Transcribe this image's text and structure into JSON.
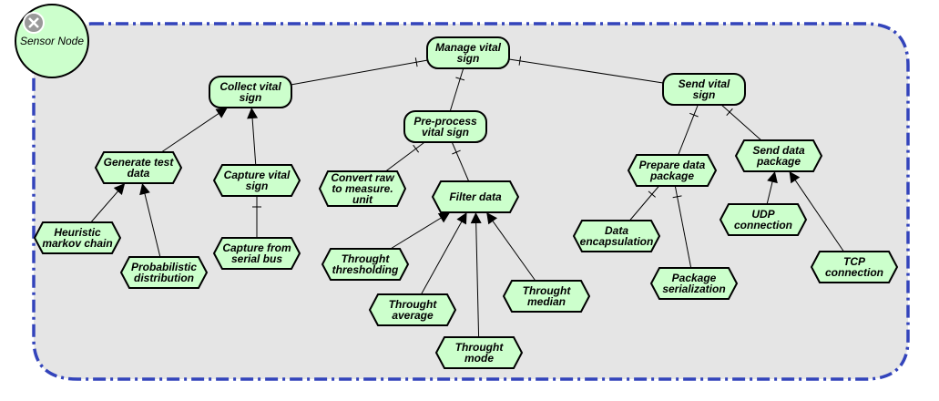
{
  "actor": {
    "label": "Sensor Node",
    "icon": "close-icon"
  },
  "colors": {
    "node_fill": "#ccffcc",
    "boundary_stroke": "#3344bb",
    "boundary_fill": "#e5e5e5"
  },
  "nodes": [
    {
      "id": "manage",
      "shape": "rounded",
      "lines": [
        "Manage vital",
        "sign"
      ]
    },
    {
      "id": "collect",
      "shape": "rounded",
      "lines": [
        "Collect vital",
        "sign"
      ]
    },
    {
      "id": "preprocess",
      "shape": "rounded",
      "lines": [
        "Pre-process",
        "vital sign"
      ]
    },
    {
      "id": "send",
      "shape": "rounded",
      "lines": [
        "Send vital",
        "sign"
      ]
    },
    {
      "id": "generate",
      "shape": "hex",
      "lines": [
        "Generate test",
        "data"
      ]
    },
    {
      "id": "capture",
      "shape": "hex",
      "lines": [
        "Capture vital",
        "sign"
      ]
    },
    {
      "id": "heuristic",
      "shape": "hex",
      "lines": [
        "Heuristic",
        "markov chain"
      ]
    },
    {
      "id": "probabilistic",
      "shape": "hex",
      "lines": [
        "Probabilistic",
        "distribution"
      ]
    },
    {
      "id": "serialbus",
      "shape": "hex",
      "lines": [
        "Capture from",
        "serial bus"
      ]
    },
    {
      "id": "convert",
      "shape": "hex",
      "lines": [
        "Convert raw",
        "to measure.",
        "unit"
      ]
    },
    {
      "id": "filter",
      "shape": "hex",
      "lines": [
        "Filter data"
      ]
    },
    {
      "id": "thresholding",
      "shape": "hex",
      "lines": [
        "Throught",
        "thresholding"
      ]
    },
    {
      "id": "average",
      "shape": "hex",
      "lines": [
        "Throught",
        "average"
      ]
    },
    {
      "id": "mode",
      "shape": "hex",
      "lines": [
        "Throught",
        "mode"
      ]
    },
    {
      "id": "median",
      "shape": "hex",
      "lines": [
        "Throught",
        "median"
      ]
    },
    {
      "id": "prepare",
      "shape": "hex",
      "lines": [
        "Prepare data",
        "package"
      ]
    },
    {
      "id": "senddata",
      "shape": "hex",
      "lines": [
        "Send data",
        "package"
      ]
    },
    {
      "id": "encapsulation",
      "shape": "hex",
      "lines": [
        "Data",
        "encapsulation"
      ]
    },
    {
      "id": "serialization",
      "shape": "hex",
      "lines": [
        "Package",
        "serialization"
      ]
    },
    {
      "id": "udp",
      "shape": "hex",
      "lines": [
        "UDP",
        "connection"
      ]
    },
    {
      "id": "tcp",
      "shape": "hex",
      "lines": [
        "TCP",
        "connection"
      ]
    }
  ],
  "edges": [
    {
      "from": "collect",
      "to": "manage",
      "type": "and"
    },
    {
      "from": "preprocess",
      "to": "manage",
      "type": "and"
    },
    {
      "from": "send",
      "to": "manage",
      "type": "and"
    },
    {
      "from": "generate",
      "to": "collect",
      "type": "or"
    },
    {
      "from": "capture",
      "to": "collect",
      "type": "or"
    },
    {
      "from": "heuristic",
      "to": "generate",
      "type": "or"
    },
    {
      "from": "probabilistic",
      "to": "generate",
      "type": "or"
    },
    {
      "from": "serialbus",
      "to": "capture",
      "type": "and"
    },
    {
      "from": "convert",
      "to": "preprocess",
      "type": "and"
    },
    {
      "from": "filter",
      "to": "preprocess",
      "type": "and"
    },
    {
      "from": "thresholding",
      "to": "filter",
      "type": "or"
    },
    {
      "from": "average",
      "to": "filter",
      "type": "or"
    },
    {
      "from": "mode",
      "to": "filter",
      "type": "or"
    },
    {
      "from": "median",
      "to": "filter",
      "type": "or"
    },
    {
      "from": "prepare",
      "to": "send",
      "type": "and"
    },
    {
      "from": "senddata",
      "to": "send",
      "type": "and"
    },
    {
      "from": "encapsulation",
      "to": "prepare",
      "type": "and"
    },
    {
      "from": "serialization",
      "to": "prepare",
      "type": "and"
    },
    {
      "from": "udp",
      "to": "senddata",
      "type": "or"
    },
    {
      "from": "tcp",
      "to": "senddata",
      "type": "or"
    }
  ]
}
